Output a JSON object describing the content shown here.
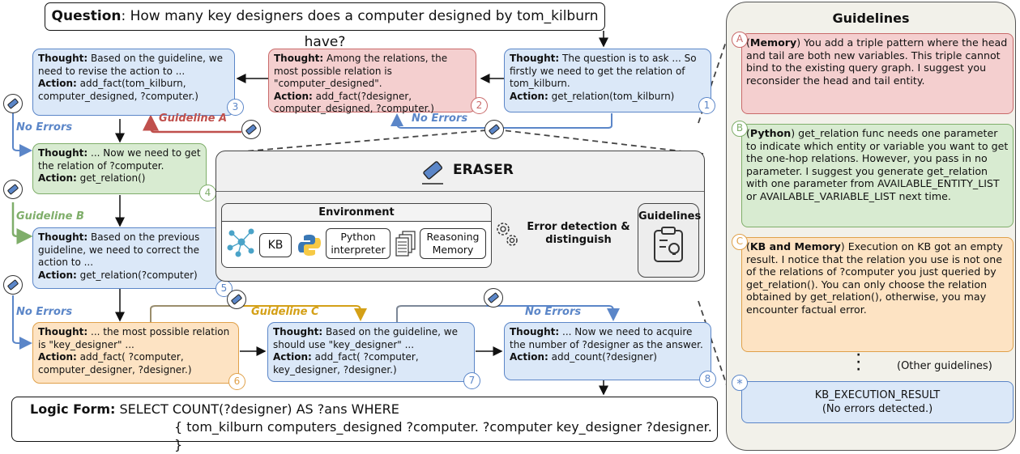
{
  "question": {
    "label": "Question",
    "text": ": How many key designers does a computer designed by tom_kilburn have?"
  },
  "steps": [
    {
      "num": "1",
      "thought_label": "Thought:",
      "thought": " The question is to ask ... So firstly we need to get the relation of tom_kilburn.",
      "action_label": "Action:",
      "action": " get_relation(tom_kilburn)"
    },
    {
      "num": "2",
      "thought_label": "Thought:",
      "thought": " Among the relations, the most possible relation is \"computer_designed\".",
      "action_label": "Action:",
      "action": " add_fact(?designer, computer_designed, ?computer.)"
    },
    {
      "num": "3",
      "thought_label": "Thought:",
      "thought": " Based on the  guideline, we need to revise the action to ...",
      "action_label": "Action:",
      "action": " add_fact(tom_kilburn, computer_designed, ?computer.)"
    },
    {
      "num": "4",
      "thought_label": "Thought:",
      "thought": " ... Now we need to get the relation of ?computer.",
      "action_label": "Action:",
      "action": " get_relation()"
    },
    {
      "num": "5",
      "thought_label": "Thought:",
      "thought": " Based on the previous guideline, we need to correct the action to ...",
      "action_label": "Action:",
      "action": " get_relation(?computer)"
    },
    {
      "num": "6",
      "thought_label": "Thought:",
      "thought": " ... the most possible relation is \"key_designer\" ...",
      "action_label": "Action:",
      "action": " add_fact( ?computer, computer_designer, ?designer.)"
    },
    {
      "num": "7",
      "thought_label": "Thought:",
      "thought": " Based on the guideline, we should use \"key_designer\" ...",
      "action_label": "Action:",
      "action": " add_fact( ?computer, key_designer, ?designer.)"
    },
    {
      "num": "8",
      "thought_label": "Thought:",
      "thought": " ... Now we need to acquire the number of  ?designer as the answer.",
      "action_label": "Action:",
      "action": " add_count(?designer)"
    }
  ],
  "edges": {
    "guideline_a": "Guideline A",
    "guideline_b": "Guideline B",
    "guideline_c": "Guideline C",
    "no_errors_1": "No Errors",
    "no_errors_2": "No Errors",
    "no_errors_3": "No Errors",
    "no_errors_4": "No Errors"
  },
  "eraser": {
    "title": "ERASER",
    "environment": "Environment",
    "kb": "KB",
    "python": "Python interpreter",
    "memory": "Reasoning Memory",
    "error_detection": "Error detection &",
    "distinguish": "distinguish",
    "guidelines": "Guidelines"
  },
  "logic_form": {
    "label": "Logic Form:",
    "line1": " SELECT COUNT(?designer) AS ?ans  WHERE",
    "line2": "{ tom_kilburn computers_designed ?computer.  ?computer key_designer ?designer. }"
  },
  "guidelines_panel": {
    "title": "Guidelines",
    "items": [
      {
        "tag": "A",
        "head": "Memory",
        "text": ") You add a triple pattern where the head and tail are both new variables. This triple cannot bind to the existing query graph. I suggest you reconsider the head and tail entity."
      },
      {
        "tag": "B",
        "head": "Python",
        "text": ") get_relation func needs one parameter to indicate which entity or variable you want to get the one-hop relations. However, you pass in no parameter. I suggest you generate get_relation with one parameter from AVAILABLE_ENTITY_LIST or AVAILABLE_VARIABLE_LIST next time."
      },
      {
        "tag": "C",
        "head": "KB and Memory",
        "text": ") Execution on KB got an empty result. I notice that the relation you use is not one of the relations of ?computer you just queried by get_relation(). You can only choose the relation obtained by get_relation(), otherwise, you may encounter factual error."
      }
    ],
    "other": "(Other guidelines)",
    "star": "*",
    "kb_result": "KB_EXECUTION_RESULT",
    "kb_result_sub": "(No errors detected.)"
  },
  "colors": {
    "blue": "#5b86c8",
    "red": "#c96a6a",
    "green": "#7fae6a",
    "orange": "#e0a14a"
  }
}
